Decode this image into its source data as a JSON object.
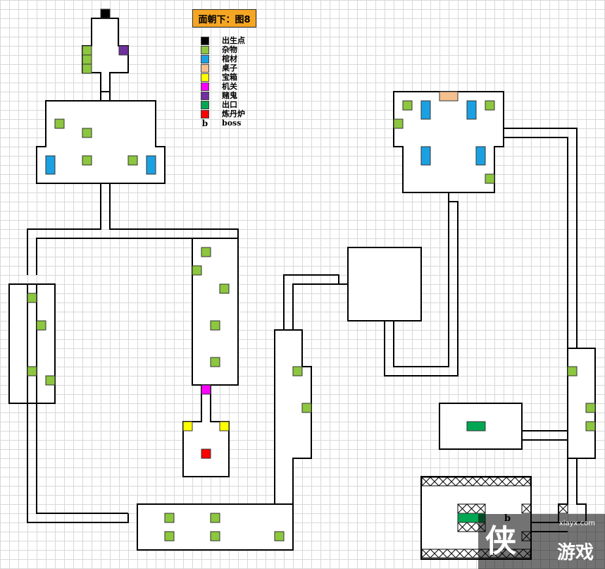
{
  "title": "面朝下：图8",
  "legend": [
    {
      "key": "spawn",
      "label": "出生点",
      "color": "#000000"
    },
    {
      "key": "misc",
      "label": "杂物",
      "color": "#8dc63f"
    },
    {
      "key": "coffin",
      "label": "棺材",
      "color": "#1ba1e2"
    },
    {
      "key": "table",
      "label": "桌子",
      "color": "#f4c08f"
    },
    {
      "key": "chest",
      "label": "宝箱",
      "color": "#ffff00"
    },
    {
      "key": "switch",
      "label": "机关",
      "color": "#ff00ff"
    },
    {
      "key": "ghost",
      "label": "赌鬼",
      "color": "#7030a0"
    },
    {
      "key": "exit",
      "label": "出口",
      "color": "#00a651"
    },
    {
      "key": "furnace",
      "label": "炼丹炉",
      "color": "#ff0000"
    },
    {
      "key": "boss",
      "label": "boss",
      "letter": "b"
    }
  ],
  "boss_marker": "b",
  "watermark": {
    "site": "xiayx.com",
    "mark": "侠",
    "brand": "游戏"
  }
}
